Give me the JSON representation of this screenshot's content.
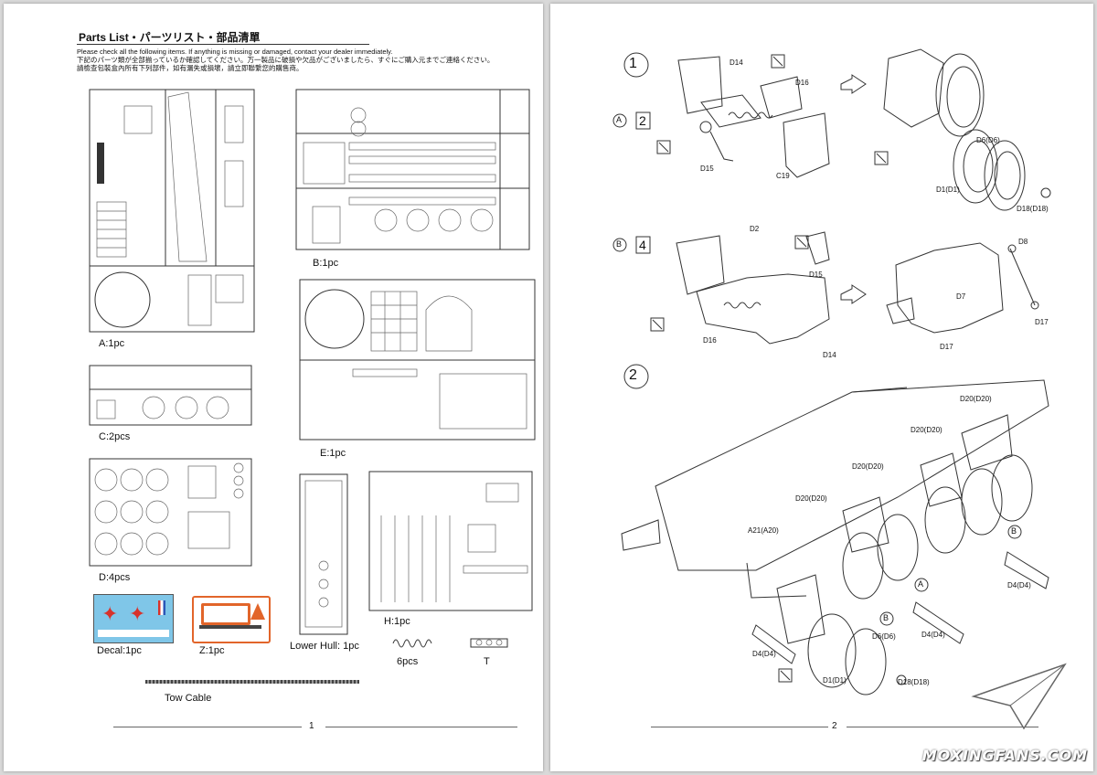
{
  "left_page": {
    "title": "Parts List・パーツリスト・部品清單",
    "notes": [
      "Please check all the following items. If anything is missing or damaged, contact your dealer immediately.",
      "下記のパーツ類が全部揃っているか確認してください。万一製品に破損や欠品がございましたら、すぐにご購入元までご連絡ください。",
      "請檢查包裝盒內所有下列部件，如有漏失或損壞，請立即聯繫您的購售商。"
    ],
    "sprues": {
      "a": "A:1pc",
      "b": "B:1pc",
      "c": "C:2pcs",
      "d": "D:4pcs",
      "e": "E:1pc",
      "h": "H:1pc",
      "decal": "Decal:1pc",
      "z": "Z:1pc",
      "lower_hull": "Lower Hull: 1pc",
      "spring": "6pcs",
      "t": "T",
      "tow_cable": "Tow Cable"
    },
    "page_number": "1"
  },
  "right_page": {
    "step1": {
      "number": "1",
      "sub_a": {
        "marker": "A",
        "qty": "2",
        "parts": [
          "D14",
          "D16",
          "D15",
          "C19",
          "D6(D6)",
          "D1(D1)",
          "D18(D18)"
        ]
      },
      "sub_b": {
        "marker": "B",
        "qty": "4",
        "parts": [
          "D2",
          "D15",
          "D16",
          "D14",
          "D8",
          "D7",
          "D17",
          "D17"
        ]
      }
    },
    "step2": {
      "number": "2",
      "parts": [
        "D20(D20)",
        "D20(D20)",
        "D20(D20)",
        "D20(D20)",
        "A21(A20)",
        "D4(D4)",
        "D4(D4)",
        "D4(D4)",
        "D6(D6)",
        "D1(D1)",
        "D18(D18)"
      ],
      "markers": [
        "B",
        "A",
        "B"
      ]
    },
    "page_number": "2"
  },
  "watermark": "MOXINGFANS.COM",
  "colors": {
    "paper": "#ffffff",
    "ink": "#111111",
    "background": "#d9d9d9",
    "decal_blue": "#7fc6e8",
    "decal_red": "#d8322b",
    "z_orange": "#e2652a"
  }
}
